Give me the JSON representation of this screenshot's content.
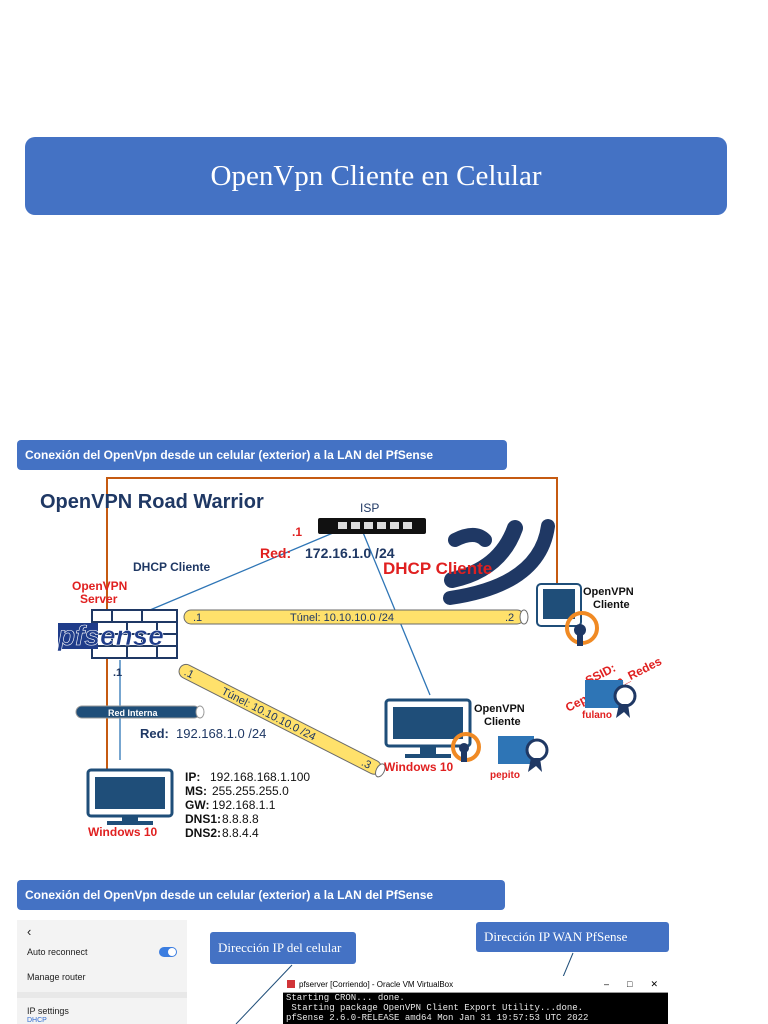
{
  "title": "OpenVpn Cliente en Celular",
  "section1": {
    "label": "Conexión del OpenVpn desde un celular (exterior) a la LAN del PfSense"
  },
  "diagram": {
    "heading": "OpenVPN Road Warrior",
    "isp": "ISP",
    "dot1_top": ".1",
    "red_wan_prefix": "Red:",
    "red_wan_value": "172.16.1.0 /24",
    "dhcp_left": "DHCP Cliente",
    "dhcp_right": "DHCP Cliente",
    "server_l1": "OpenVPN",
    "server_l2": "Server",
    "pfsense_logo": "pfsense",
    "tunnel1_left": ".1",
    "tunnel1_label": "Túnel: 10.10.10.0 /24",
    "tunnel1_right": ".2",
    "tunnel2_left": ".1",
    "tunnel2_label": "Túnel: 10.10.10.0 /24",
    "tunnel2_right": ".3",
    "dot1_lan": ".1",
    "red_interna": "Red Interna",
    "red_lan_prefix": "Red:",
    "red_lan_value": "192.168.1.0 /24",
    "client_phone_l1": "OpenVPN",
    "client_phone_l2": "Cliente",
    "ssid_l1": "SSID:",
    "ssid_l2": "Ceprocoop_Redes",
    "user_fulano": "fulano",
    "client_pc_l1": "OpenVPN",
    "client_pc_l2": "Cliente",
    "win_mid": "Windows 10",
    "user_pepito": "pepito",
    "ip_label": "IP:",
    "ip_value": "192.168.168.1.100",
    "ms_label": "MS:",
    "ms_value": "255.255.255.0",
    "gw_label": "GW:",
    "gw_value": "192.168.1.1",
    "dns1_label": "DNS1:",
    "dns1_value": "8.8.8.8",
    "dns2_label": "DNS2:",
    "dns2_value": "8.8.4.4",
    "win_bottom": "Windows 10",
    "colors": {
      "orange_line": "#c55a11",
      "tunnel": "#ffe16b",
      "red_text": "#e02020",
      "navy": "#1f3864",
      "device": "#1f4e79",
      "key_orange": "#f08a24"
    }
  },
  "section2": {
    "label": "Conexión del OpenVpn desde un celular (exterior) a la LAN del PfSense"
  },
  "callouts": {
    "phone_ip": "Dirección IP del celular",
    "wan_ip": "Dirección IP WAN PfSense"
  },
  "phone": {
    "back": "‹",
    "auto_reconnect": "Auto reconnect",
    "manage_router": "Manage router",
    "ip_settings": "IP settings",
    "dhcp": "DHCP"
  },
  "vbox": {
    "title": "pfserver [Corriendo] - Oracle VM VirtualBox",
    "btn_min": "–",
    "btn_max": "□",
    "btn_close": "✕",
    "line1": "Starting CRON... done.",
    "line2": " Starting package OpenVPN Client Export Utility...done.",
    "line3": "pfSense 2.6.0-RELEASE amd64 Mon Jan 31 19:57:53 UTC 2022"
  }
}
